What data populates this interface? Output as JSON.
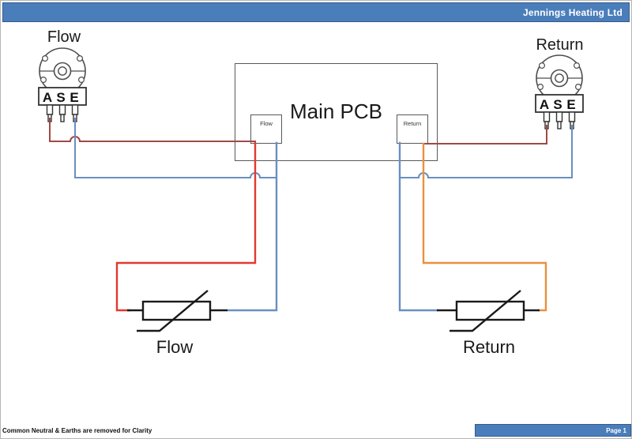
{
  "header": {
    "title": "Jennings Heating Ltd"
  },
  "footer": {
    "note": "Common Neutral & Earths are removed for Clarity",
    "page_label": "Page 1"
  },
  "pcb": {
    "title": "Main PCB",
    "flow_pin_label": "Flow",
    "return_pin_label": "Return"
  },
  "flow_pot": {
    "label": "Flow",
    "terminals": [
      "A",
      "S",
      "E"
    ]
  },
  "return_pot": {
    "label": "Return",
    "terminals": [
      "A",
      "S",
      "E"
    ]
  },
  "flow_thermistor": {
    "label": "Flow"
  },
  "return_thermistor": {
    "label": "Return"
  },
  "colors": {
    "header_blue": "#4a7ebb",
    "wire_red_bright": "#e2392e",
    "wire_red_dark": "#9e4a46",
    "wire_blue": "#6a8fc0",
    "wire_orange": "#e8913f",
    "symbol_outline": "#4d4d4d",
    "thermistor_black": "#1a1a1a"
  }
}
